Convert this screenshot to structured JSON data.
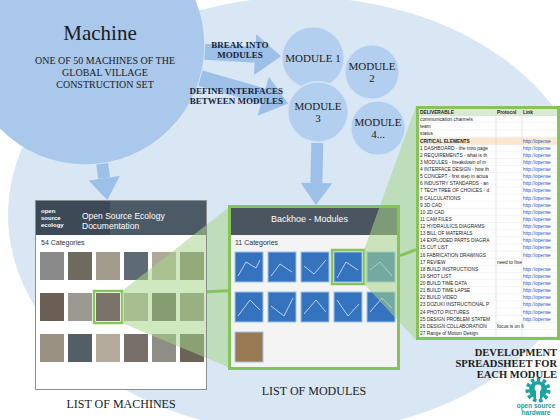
{
  "diagram": {
    "nodes": [
      {
        "text": [
          "Machine",
          "ONE OF 50 MACHINES OF THE GLOBAL VILLAGE CONSTRUCTION SET"
        ]
      },
      {
        "text": [
          "MODULE 1"
        ]
      },
      {
        "text": [
          "MODULE 2"
        ]
      },
      {
        "text": [
          "MODULE 3"
        ]
      },
      {
        "text": [
          "MODULE 4..."
        ]
      },
      {
        "text": [
          "open source ecology",
          "Open Source Ecology Documentation",
          "54 Categories",
          "LIST OF MACHINES"
        ]
      },
      {
        "text": [
          "Backhoe - Modules",
          "11 Categories",
          "LIST OF MODULES"
        ]
      },
      {
        "text": [
          "DEVELOPMENT SPREADSHEET FOR EACH MODULE"
        ]
      }
    ],
    "edges": [
      {
        "from": 0,
        "to": 1,
        "label": "BREAK INTO MODULES",
        "arrow": "to"
      },
      {
        "from": 0,
        "to": 3,
        "label": "DEFINE INTERFACES BETWEEN MODULES",
        "arrow": "to"
      },
      {
        "from": 0,
        "to": 5,
        "arrow": "to"
      },
      {
        "from": 3,
        "to": 6,
        "arrow": "to"
      },
      {
        "from": 5,
        "to": 6,
        "arrow": "none"
      },
      {
        "from": 6,
        "to": 7,
        "arrow": "none"
      }
    ],
    "labels": [
      "DELIVERABLE",
      "Protocol",
      "Link",
      "communication channels",
      "team",
      "status",
      "CRITICAL ELEMENTS",
      "1 DASHBOARD - the intro page",
      "2 REQUIREMENTS - what is th",
      "3 MODULES - breakdown of m",
      "4 INTERFACE DESIGN - how th",
      "5 CONCEPT - first step in actua",
      "6 INDUSTRY STANDARDS - an",
      "7 TECH TREE OF CHOICES - d",
      "8 CALCULATIONS",
      "9 3D CAD",
      "10 2D CAD",
      "11 CAM FILES",
      "12 HYDRAULICS DIAGRAMS",
      "13 BILL OF MATERIALS",
      "14 EXPLODED PARTS DIAGRA",
      "15 CUT LIST",
      "16 FABRICATION DRAWINGS",
      "17 REVIEW",
      "18 BUILD INSTRUCTIONS",
      "19 SHOT LIST",
      "20 BUILD TIME DATA",
      "21 BUILD TIME LAPSE",
      "22 BUILD VIDEO",
      "23 DOZUKI INSTRUCTIONAL P",
      "24 PHOTO PICTURES",
      "25 DESIGN PROBLEM STATEM",
      "26 DESIGN COLLABORATION",
      "27 Range of Motion Design",
      "http://opense",
      "http://opense",
      "http://opense",
      "http://opense",
      "http://opense",
      "http://opense",
      "http://opense",
      "http://opense",
      "http://opense",
      "http://opense",
      "http://opense",
      "http://opense",
      "http://opense",
      "http://opense",
      "http://opense",
      "http://opense",
      "http://opense",
      "http://opense",
      "http://opense",
      "http://opense",
      "http://opense",
      "http://opense",
      "http://opense",
      "http://opense",
      "http://opense",
      "need to fixe",
      "focus is on fi",
      "open source hardware"
    ]
  }
}
